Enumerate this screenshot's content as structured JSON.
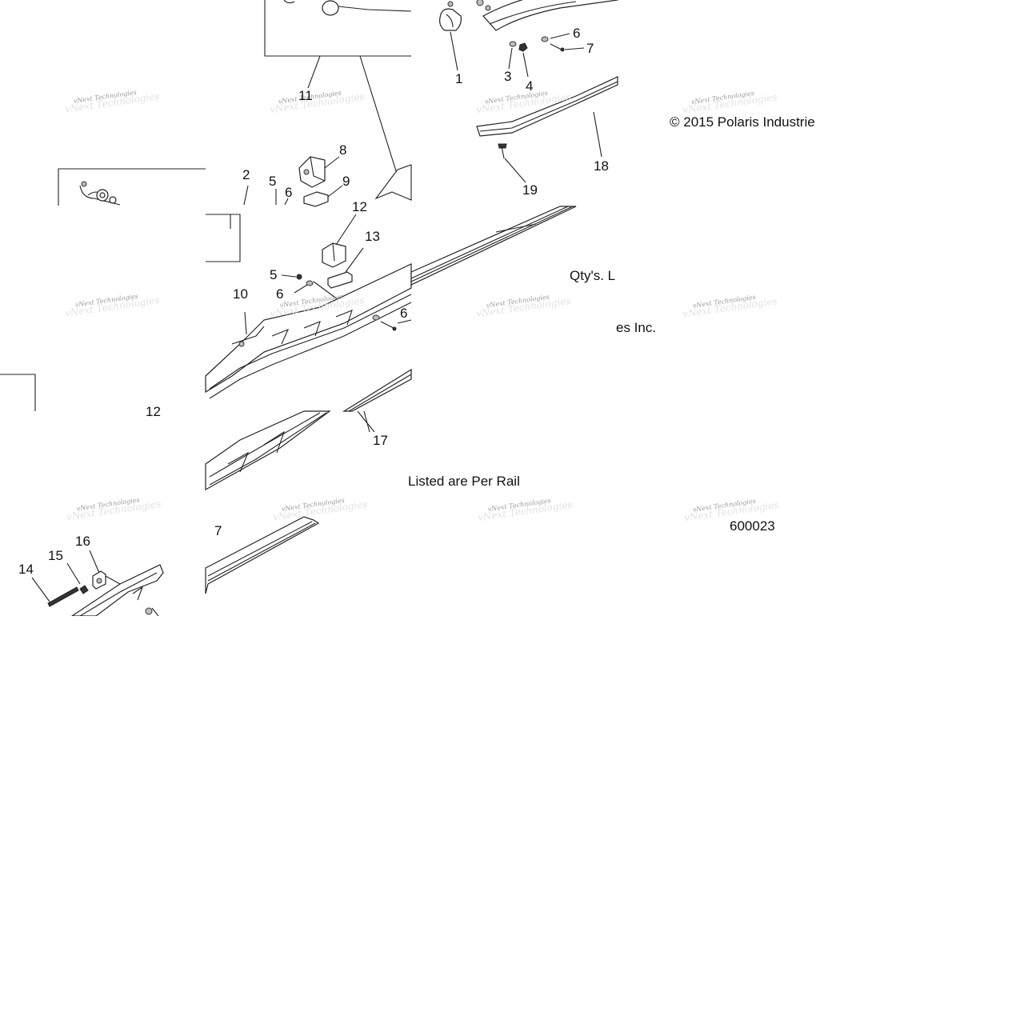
{
  "diagram": {
    "copyright": "© 2015 Polaris Industrie",
    "fragment_inc": "es Inc.",
    "qty_note_a": "Qty's. L",
    "qty_note_b": "Listed are Per Rail",
    "figure_id": "600023",
    "watermark": "vNext Technologies",
    "callouts": [
      {
        "id": "c1",
        "label": "1"
      },
      {
        "id": "c3",
        "label": "3"
      },
      {
        "id": "c4",
        "label": "4"
      },
      {
        "id": "c6a",
        "label": "6"
      },
      {
        "id": "c7a",
        "label": "7"
      },
      {
        "id": "c11",
        "label": "11"
      },
      {
        "id": "c8",
        "label": "8"
      },
      {
        "id": "c9",
        "label": "9"
      },
      {
        "id": "c2",
        "label": "2"
      },
      {
        "id": "c5a",
        "label": "5"
      },
      {
        "id": "c6b",
        "label": "6"
      },
      {
        "id": "c18",
        "label": "18"
      },
      {
        "id": "c19",
        "label": "19"
      },
      {
        "id": "c12",
        "label": "12"
      },
      {
        "id": "c13",
        "label": "13"
      },
      {
        "id": "c5b",
        "label": "5"
      },
      {
        "id": "c6c",
        "label": "6"
      },
      {
        "id": "c10",
        "label": "10"
      },
      {
        "id": "c6d",
        "label": "6"
      },
      {
        "id": "c12b",
        "label": "12"
      },
      {
        "id": "c17",
        "label": "17"
      },
      {
        "id": "c7b",
        "label": "7"
      },
      {
        "id": "c16",
        "label": "16"
      },
      {
        "id": "c15",
        "label": "15"
      },
      {
        "id": "c14",
        "label": "14"
      }
    ]
  }
}
